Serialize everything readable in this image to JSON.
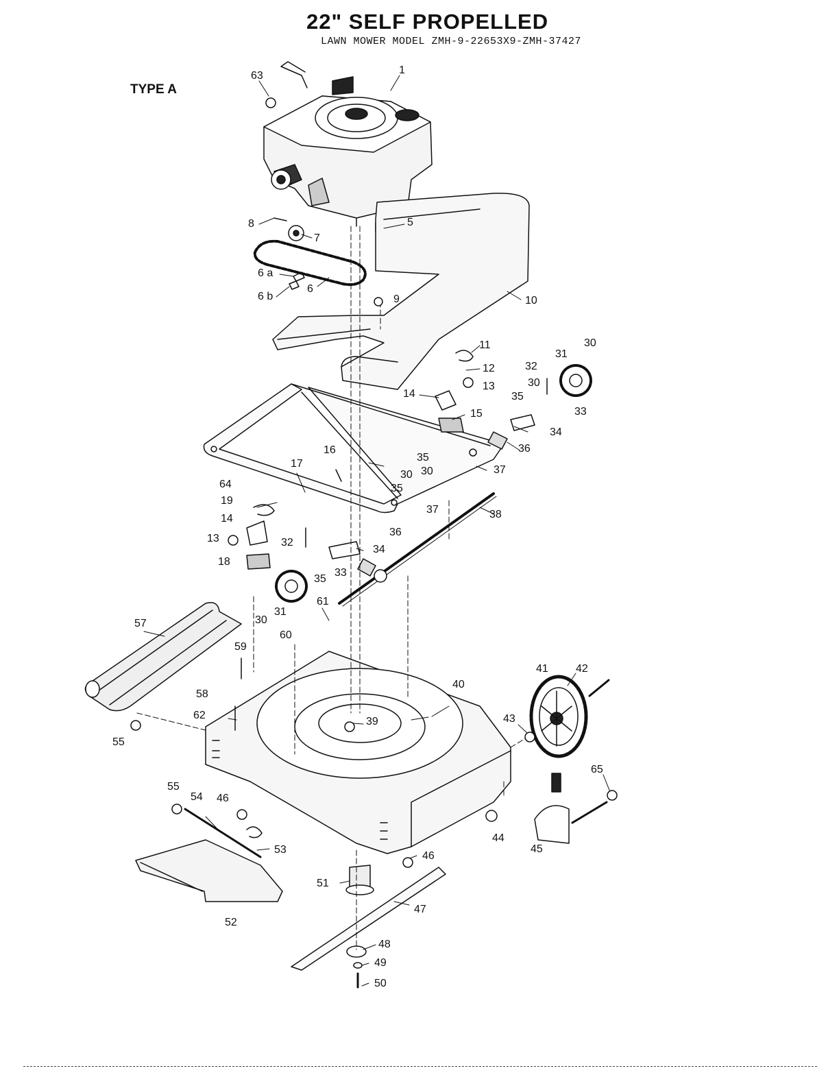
{
  "header": {
    "title": "22\" SELF PROPELLED",
    "subtitle": "LAWN MOWER MODEL ZMH-9-22653X9-ZMH-37427",
    "type_label": "TYPE A"
  },
  "parts": [
    {
      "id": "p63",
      "label": "63"
    },
    {
      "id": "p1",
      "label": "1"
    },
    {
      "id": "p8",
      "label": "8"
    },
    {
      "id": "p5",
      "label": "5"
    },
    {
      "id": "p7",
      "label": "7"
    },
    {
      "id": "p6a",
      "label": "6 a"
    },
    {
      "id": "p6b",
      "label": "6 b"
    },
    {
      "id": "p6",
      "label": "6"
    },
    {
      "id": "p9",
      "label": "9"
    },
    {
      "id": "p10",
      "label": "10"
    },
    {
      "id": "p11",
      "label": "11"
    },
    {
      "id": "p12",
      "label": "12"
    },
    {
      "id": "p13a",
      "label": "13"
    },
    {
      "id": "p30a",
      "label": "30"
    },
    {
      "id": "p31a",
      "label": "31"
    },
    {
      "id": "p32a",
      "label": "32"
    },
    {
      "id": "p30b",
      "label": "30"
    },
    {
      "id": "p35a",
      "label": "35"
    },
    {
      "id": "p33a",
      "label": "33"
    },
    {
      "id": "p14a",
      "label": "14"
    },
    {
      "id": "p15",
      "label": "15"
    },
    {
      "id": "p34a",
      "label": "34"
    },
    {
      "id": "p36a",
      "label": "36"
    },
    {
      "id": "p16",
      "label": "16"
    },
    {
      "id": "p35b",
      "label": "35"
    },
    {
      "id": "p30c",
      "label": "30"
    },
    {
      "id": "p37a",
      "label": "37"
    },
    {
      "id": "p17",
      "label": "17"
    },
    {
      "id": "p30d",
      "label": "30"
    },
    {
      "id": "p64",
      "label": "64"
    },
    {
      "id": "p35c",
      "label": "35"
    },
    {
      "id": "p19",
      "label": "19"
    },
    {
      "id": "p37b",
      "label": "37"
    },
    {
      "id": "p38",
      "label": "38"
    },
    {
      "id": "p14b",
      "label": "14"
    },
    {
      "id": "p36b",
      "label": "36"
    },
    {
      "id": "p13b",
      "label": "13"
    },
    {
      "id": "p32b",
      "label": "32"
    },
    {
      "id": "p34b",
      "label": "34"
    },
    {
      "id": "p18",
      "label": "18"
    },
    {
      "id": "p35d",
      "label": "35"
    },
    {
      "id": "p33b",
      "label": "33"
    },
    {
      "id": "p30e",
      "label": "30"
    },
    {
      "id": "p31b",
      "label": "31"
    },
    {
      "id": "p61",
      "label": "61"
    },
    {
      "id": "p57",
      "label": "57"
    },
    {
      "id": "p60",
      "label": "60"
    },
    {
      "id": "p59",
      "label": "59"
    },
    {
      "id": "p41",
      "label": "41"
    },
    {
      "id": "p42",
      "label": "42"
    },
    {
      "id": "p40",
      "label": "40"
    },
    {
      "id": "p58",
      "label": "58"
    },
    {
      "id": "p62",
      "label": "62"
    },
    {
      "id": "p39",
      "label": "39"
    },
    {
      "id": "p43",
      "label": "43"
    },
    {
      "id": "p55a",
      "label": "55"
    },
    {
      "id": "p65",
      "label": "65"
    },
    {
      "id": "p55b",
      "label": "55"
    },
    {
      "id": "p54",
      "label": "54"
    },
    {
      "id": "p46a",
      "label": "46"
    },
    {
      "id": "p44",
      "label": "44"
    },
    {
      "id": "p53",
      "label": "53"
    },
    {
      "id": "p45",
      "label": "45"
    },
    {
      "id": "p46b",
      "label": "46"
    },
    {
      "id": "p51",
      "label": "51"
    },
    {
      "id": "p47",
      "label": "47"
    },
    {
      "id": "p52",
      "label": "52"
    },
    {
      "id": "p48",
      "label": "48"
    },
    {
      "id": "p49",
      "label": "49"
    },
    {
      "id": "p50",
      "label": "50"
    }
  ]
}
